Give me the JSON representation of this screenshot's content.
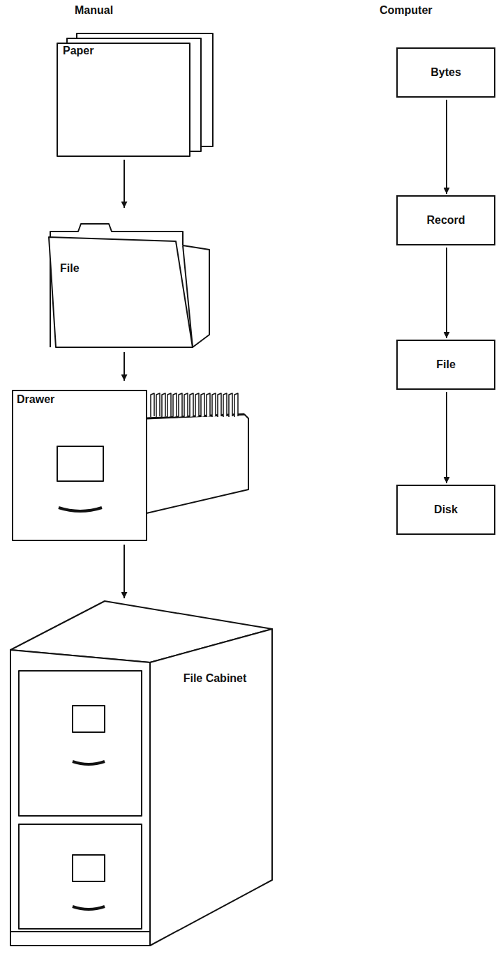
{
  "diagram": {
    "nodes": [
      {
        "text": [
          "Paper"
        ]
      },
      {
        "text": [
          "File"
        ]
      },
      {
        "text": [
          "Drawer"
        ]
      },
      {
        "text": [
          "File Cabinet"
        ]
      },
      {
        "text": [
          "Bytes"
        ]
      },
      {
        "text": [
          "Record"
        ]
      },
      {
        "text": [
          "File"
        ]
      },
      {
        "text": [
          "Disk"
        ]
      }
    ],
    "edges": [
      {
        "from": 0,
        "to": 1,
        "arrow": "to"
      },
      {
        "from": 1,
        "to": 2,
        "arrow": "to"
      },
      {
        "from": 2,
        "to": 3,
        "arrow": "to"
      },
      {
        "from": 4,
        "to": 5,
        "arrow": "to"
      },
      {
        "from": 5,
        "to": 6,
        "arrow": "to"
      },
      {
        "from": 6,
        "to": 7,
        "arrow": "to"
      }
    ],
    "labels": [
      "Manual",
      "Computer"
    ]
  }
}
